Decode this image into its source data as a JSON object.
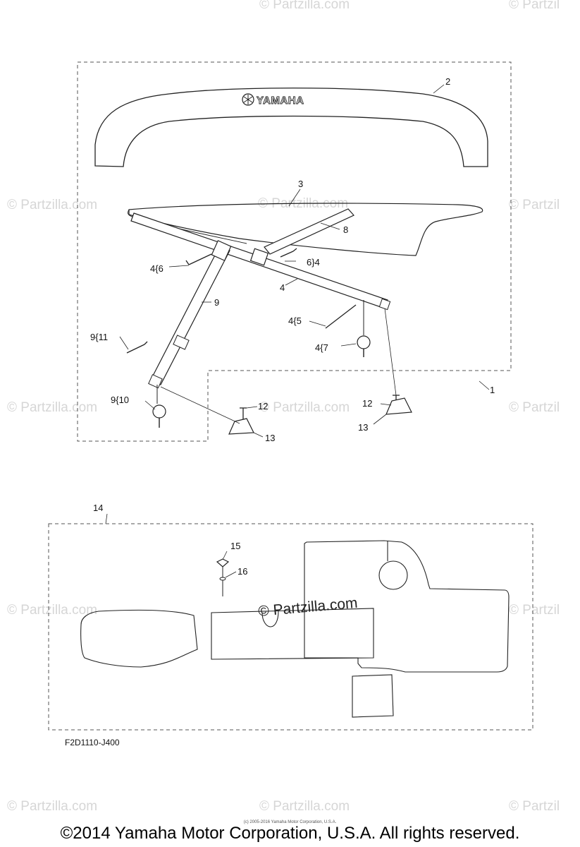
{
  "watermark": "© Partzilla.com",
  "watermark_cut": "© Partzil",
  "brand_logo": "YAMAHA",
  "callouts": {
    "c1": "1",
    "c2": "2",
    "c3": "3",
    "c4": "4",
    "c4_6": "4{6",
    "c6_4": "6}4",
    "c4_5": "4{5",
    "c4_7": "4{7",
    "c8": "8",
    "c9": "9",
    "c9_11": "9{11",
    "c9_10": "9{10",
    "c12a": "12",
    "c12b": "12",
    "c13a": "13",
    "c13b": "13",
    "c14": "14",
    "c15": "15",
    "c16": "16"
  },
  "diagram_code": "F2D1110-J400",
  "copyright": "©2014 Yamaha Motor Corporation, U.S.A. All rights reserved.",
  "copyright_small": "(c) 2005-2016 Yamaha Motor Corporation, U.S.A."
}
